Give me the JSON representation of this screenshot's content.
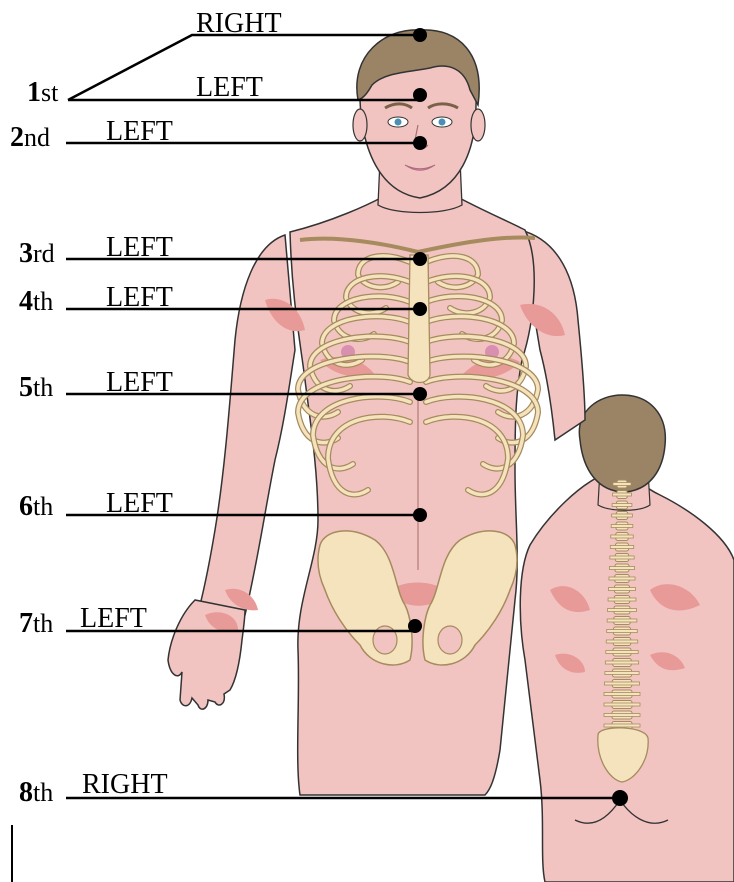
{
  "colors": {
    "skin": "#f2c4c1",
    "skin_shadow": "#e89a98",
    "bone": "#f5e3bd",
    "bone_line": "#a58b5e",
    "hair": "#9b8465",
    "line": "#000000"
  },
  "labels": [
    {
      "id": "l1",
      "num": "1",
      "suffix": "st",
      "sides": [
        "RIGHT",
        "LEFT"
      ]
    },
    {
      "id": "l2",
      "num": "2",
      "suffix": "nd",
      "sides": [
        "LEFT"
      ]
    },
    {
      "id": "l3",
      "num": "3",
      "suffix": "rd",
      "sides": [
        "LEFT"
      ]
    },
    {
      "id": "l4",
      "num": "4",
      "suffix": "th",
      "sides": [
        "LEFT"
      ]
    },
    {
      "id": "l5",
      "num": "5",
      "suffix": "th",
      "sides": [
        "LEFT"
      ]
    },
    {
      "id": "l6",
      "num": "6",
      "suffix": "th",
      "sides": [
        "LEFT"
      ]
    },
    {
      "id": "l7",
      "num": "7",
      "suffix": "th",
      "sides": [
        "LEFT"
      ]
    },
    {
      "id": "l8",
      "num": "8",
      "suffix": "th",
      "sides": [
        "RIGHT"
      ]
    }
  ]
}
